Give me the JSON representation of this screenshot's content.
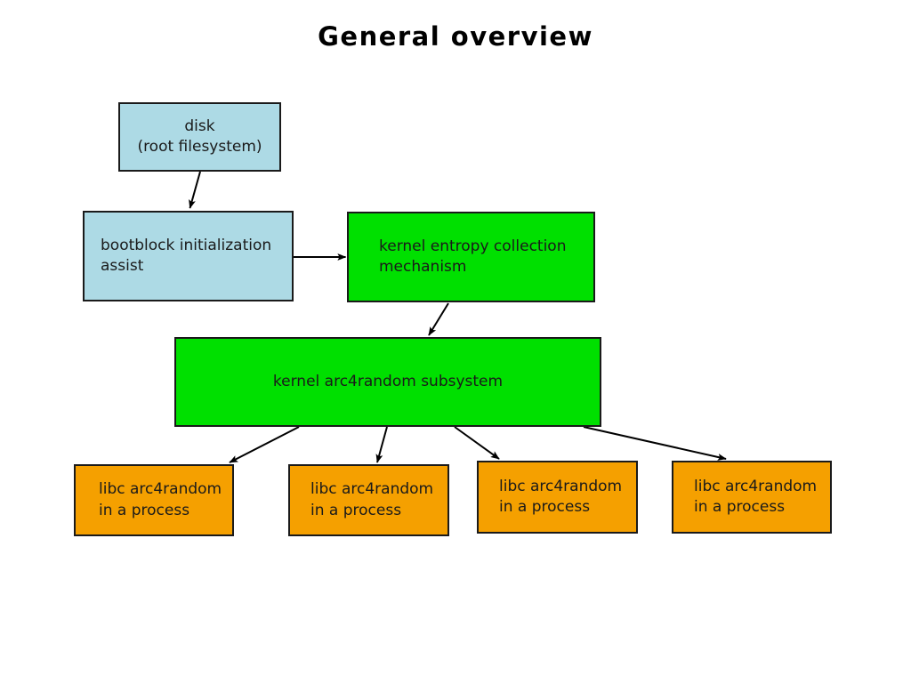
{
  "title": "General overview",
  "palette": {
    "blue": "#addae5",
    "green": "#00e000",
    "orange": "#f5a000",
    "stroke": "#1a1a1a",
    "background": "#ffffff"
  },
  "nodes": {
    "disk": {
      "label": "disk\n(root filesystem)",
      "color": "blue"
    },
    "bootblock": {
      "label": "bootblock initialization\nassist",
      "color": "blue"
    },
    "entropy": {
      "label": "kernel entropy collection\nmechanism",
      "color": "green"
    },
    "subsystem": {
      "label": "kernel arc4random subsystem",
      "color": "green"
    },
    "libc1": {
      "label": "libc arc4random\nin a process",
      "color": "orange"
    },
    "libc2": {
      "label": "libc arc4random\nin a process",
      "color": "orange"
    },
    "libc3": {
      "label": "libc arc4random\nin a process",
      "color": "orange"
    },
    "libc4": {
      "label": "libc arc4random\nin a process",
      "color": "orange"
    }
  },
  "edges": [
    {
      "from": "disk",
      "to": "bootblock"
    },
    {
      "from": "bootblock",
      "to": "entropy"
    },
    {
      "from": "entropy",
      "to": "subsystem"
    },
    {
      "from": "subsystem",
      "to": "libc1"
    },
    {
      "from": "subsystem",
      "to": "libc2"
    },
    {
      "from": "subsystem",
      "to": "libc3"
    },
    {
      "from": "subsystem",
      "to": "libc4"
    }
  ]
}
